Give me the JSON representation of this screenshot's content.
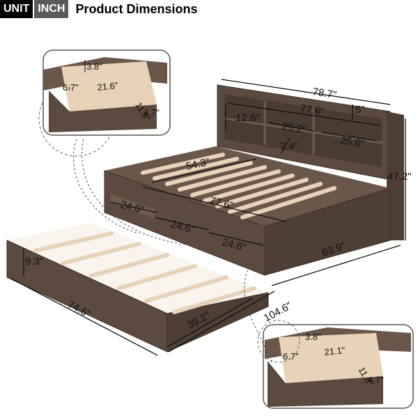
{
  "header": {
    "unit_word": "UNIT",
    "unit_value": "INCH",
    "title": "Product Dimensions"
  },
  "dimensions": {
    "length": "104.6\"",
    "width": "63.9\"",
    "height": "47.2\"",
    "headboard_width": "78.7\"",
    "shelf_inner_width": "77.6\"",
    "shelf_height": "12.6\"",
    "shelf_gap": "5\"",
    "cubby_left": "25.2\"",
    "cubby_right": "25.6\"",
    "cubby_depth": "7.4\"",
    "mattress_width": "54.3\"",
    "mattress_length": "77.6\"",
    "drawer_1": "24.6\"",
    "drawer_2": "24.6\"",
    "drawer_3": "24.6\"",
    "trundle_height": "9.3\"",
    "trundle_length": "74.6\"",
    "trundle_width": "39.2\""
  },
  "drawer_detail_top": {
    "d1": "3.8\"",
    "d2": "6.7\"",
    "d3": "21.6\"",
    "d4": "11.8\"",
    "d5": "4.7\""
  },
  "drawer_detail_bottom": {
    "d1": "3.8\"",
    "d2": "6.7\"",
    "d3": "21.1\"",
    "d4": "11.8\"",
    "d5": "4.7\""
  },
  "colors": {
    "frame": "#5c4a3e",
    "frame_dark": "#3e3029",
    "slat": "#e8d2b8",
    "callout_border": "#555555"
  }
}
